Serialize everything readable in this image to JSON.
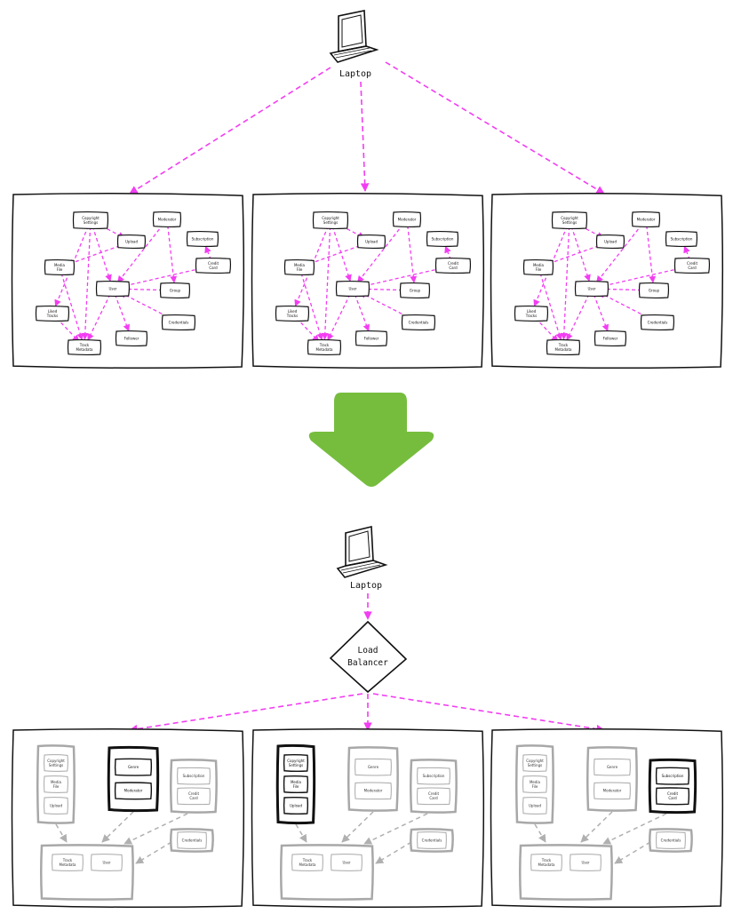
{
  "colors": {
    "edge": "#f23df2",
    "arrow_fill": "#76bd3e",
    "ink": "#111111",
    "muted": "#a8a8a8"
  },
  "top": {
    "client": {
      "label": "Laptop",
      "icon": "laptop-icon"
    },
    "monolith_services": [
      "Copyright Settings",
      "Moderator",
      "Upload",
      "Subscription",
      "Media File",
      "Credit Card",
      "User",
      "Group",
      "Liked Tracks",
      "Credentials",
      "Track Metadata",
      "Follower"
    ]
  },
  "transition_arrow": {
    "icon": "down-arrow-icon"
  },
  "bottom": {
    "client": {
      "label": "Laptop",
      "icon": "laptop-icon"
    },
    "load_balancer": {
      "label_line1": "Load",
      "label_line2": "Balancer"
    },
    "groups": {
      "content": [
        "Copyright Settings",
        "Media File",
        "Upload"
      ],
      "social": [
        "Genre",
        "Moderator"
      ],
      "billing": [
        "Subscription",
        "Credit Card"
      ],
      "security": [
        "Credentials"
      ],
      "core": [
        "Track Metadata",
        "User"
      ]
    },
    "highlighted_group_per_node": [
      "social",
      "content",
      "billing"
    ]
  }
}
